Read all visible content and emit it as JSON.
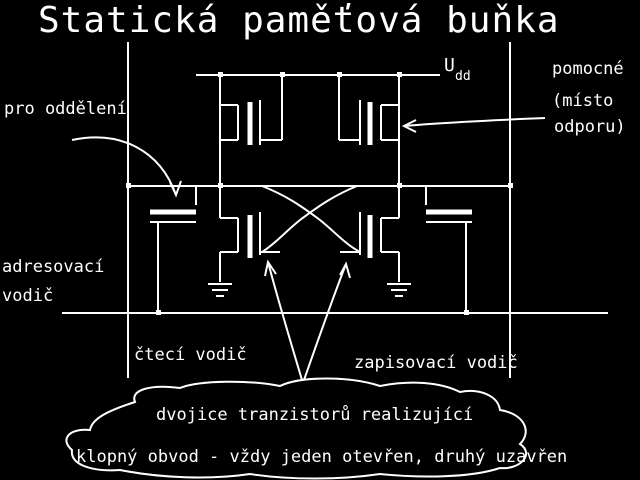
{
  "title": "Statická paměťová buňka",
  "labels": {
    "vdd_main": "U",
    "vdd_sub": "dd",
    "pomocne_1": "pomocné",
    "pomocne_2": "(místo",
    "pomocne_3": "odporu)",
    "pro_oddeleni": "pro oddělení",
    "adresovaci_1": "adresovací",
    "adresovaci_2": "vodič",
    "cteci": "čtecí vodič",
    "zapisovaci": "zapisovací vodič"
  },
  "cloud": {
    "line1": "dvojice tranzistorů realizující",
    "line2": "klopný obvod - vždy jeden otevřen, druhý uzavřen"
  },
  "colors": {
    "background": "#000000",
    "ink": "#ffffff"
  }
}
